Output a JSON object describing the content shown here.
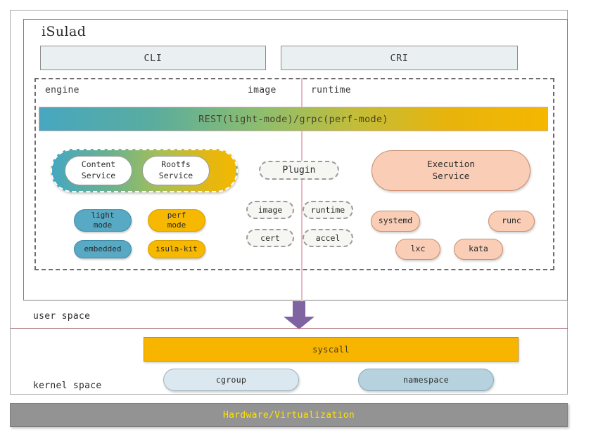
{
  "diagram": {
    "title": "iSulad",
    "interfaces": [
      {
        "id": "cli",
        "label": "CLI"
      },
      {
        "id": "cri",
        "label": "CRI"
      }
    ],
    "columns": [
      {
        "id": "engine",
        "label": "engine"
      },
      {
        "id": "image",
        "label": "image"
      },
      {
        "id": "runtime",
        "label": "runtime"
      }
    ],
    "api_bar": {
      "label": "REST(light-mode)/grpc(perf-mode)"
    },
    "engine_column": {
      "service_capsule": {
        "items": [
          {
            "id": "content-service",
            "line1": "Content",
            "line2": "Service"
          },
          {
            "id": "rootfs-service",
            "line1": "Rootfs",
            "line2": "Service"
          }
        ]
      },
      "mode_pills": [
        {
          "id": "light-mode",
          "line1": "light",
          "line2": "mode",
          "color": "#58a9c4"
        },
        {
          "id": "perf-mode",
          "line1": "perf",
          "line2": "mode",
          "color": "#f6b800"
        },
        {
          "id": "embedded",
          "line1": "embedded",
          "line2": "",
          "color": "#58a9c4"
        },
        {
          "id": "isula-kit",
          "line1": "isula-kit",
          "line2": "",
          "color": "#f6b800"
        }
      ]
    },
    "plugin_column": {
      "main": {
        "label": "Plugin"
      },
      "items": [
        {
          "id": "image",
          "label": "image"
        },
        {
          "id": "runtime",
          "label": "runtime"
        },
        {
          "id": "cert",
          "label": "cert"
        },
        {
          "id": "accel",
          "label": "accel"
        }
      ]
    },
    "runtime_column": {
      "execution_service": {
        "line1": "Execution",
        "line2": "Service"
      },
      "items": [
        {
          "id": "systemd",
          "label": "systemd"
        },
        {
          "id": "runc",
          "label": "runc"
        },
        {
          "id": "lxc",
          "label": "lxc"
        },
        {
          "id": "kata",
          "label": "kata"
        }
      ]
    },
    "spaces": {
      "user_space": "user space",
      "kernel_space": "kernel space"
    },
    "syscall": {
      "label": "syscall"
    },
    "kernel_pills": [
      {
        "id": "cgroup",
        "label": "cgroup",
        "color": "#dbe8ef"
      },
      {
        "id": "namespace",
        "label": "namespace",
        "color": "#b5d2de"
      }
    ],
    "hardware": {
      "label": "Hardware/Virtualization"
    },
    "colors": {
      "teal": "#58a9c4",
      "gold": "#f6b800",
      "salmon": "#f9cdb6",
      "purple_arrow": "#8064a2",
      "pink_divider": "#eab8c4",
      "separator": "#9c5560",
      "hardware_bg": "#939393",
      "hardware_text": "#ffe100",
      "interface_fill": "#eaf0f2"
    }
  }
}
